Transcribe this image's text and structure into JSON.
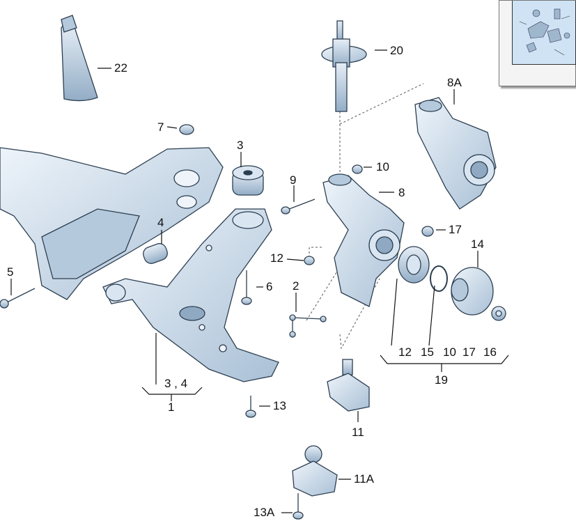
{
  "labels": {
    "p22": "22",
    "p20": "20",
    "p8a": "8A",
    "p7": "7",
    "p3": "3",
    "p10": "10",
    "p9": "9",
    "p8": "8",
    "p4": "4",
    "p17": "17",
    "p14": "14",
    "p5": "5",
    "p12": "12",
    "p6": "6",
    "p2": "2",
    "p1": "1",
    "p3_4": "3 , 4",
    "p13": "13",
    "p11": "11",
    "p11a": "11A",
    "p13a": "13A",
    "kit": {
      "a": "12",
      "b": "15",
      "c": "10",
      "d": "17",
      "e": "16",
      "total": "19"
    }
  },
  "colors": {
    "part_fill": "#d9e6f2",
    "part_shade": "#b4c9dc",
    "part_dark": "#8ea9c1",
    "outline": "#2c3e50",
    "thumbnail_bg": "#cfe3f5"
  },
  "icons": {
    "thumbnail": "overview-thumbnail-icon"
  }
}
